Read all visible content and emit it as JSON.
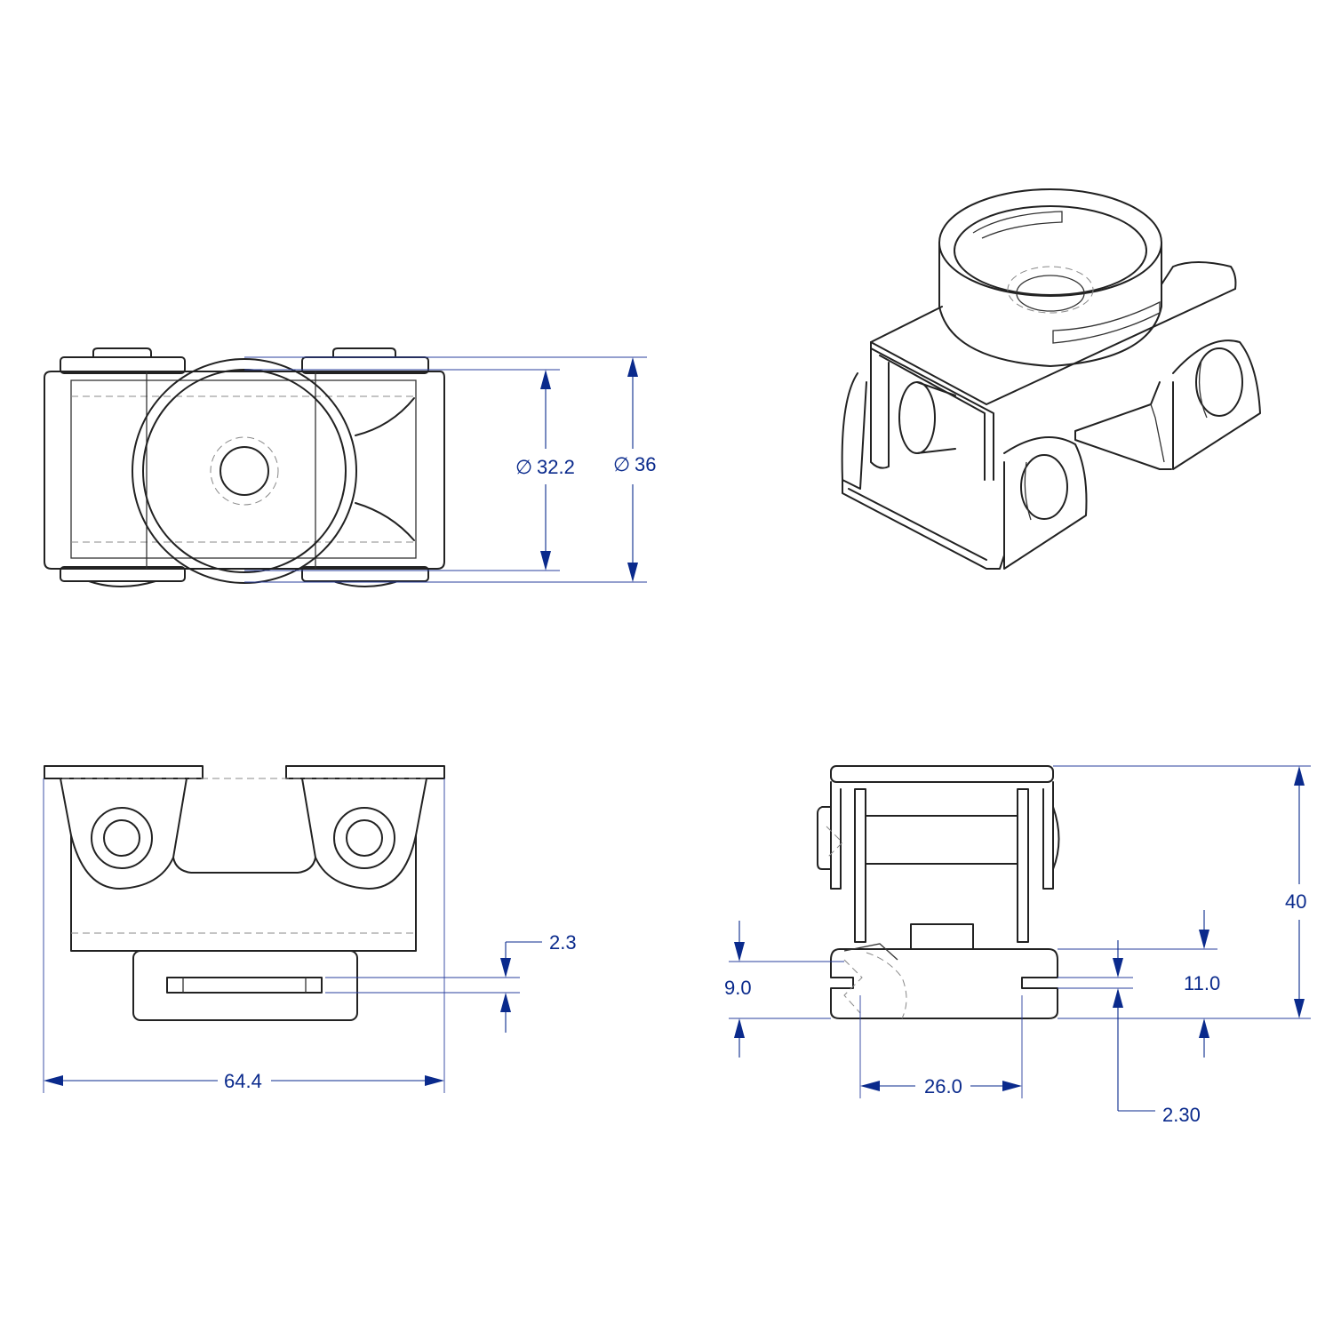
{
  "drawing": {
    "dimensions": {
      "dia_inner": "32.2",
      "dia_outer": "36",
      "diameter_symbol": "∅",
      "overall_width": "64.4",
      "slot_height": "2.3",
      "overall_height": "40",
      "base_height": "9.0",
      "slot_offset": "11.0",
      "slot_width": "26.0",
      "slot_depth": "2.30"
    },
    "colors": {
      "dimension": "#0a2a8c",
      "geometry": "#222222",
      "hidden": "#888888"
    }
  }
}
